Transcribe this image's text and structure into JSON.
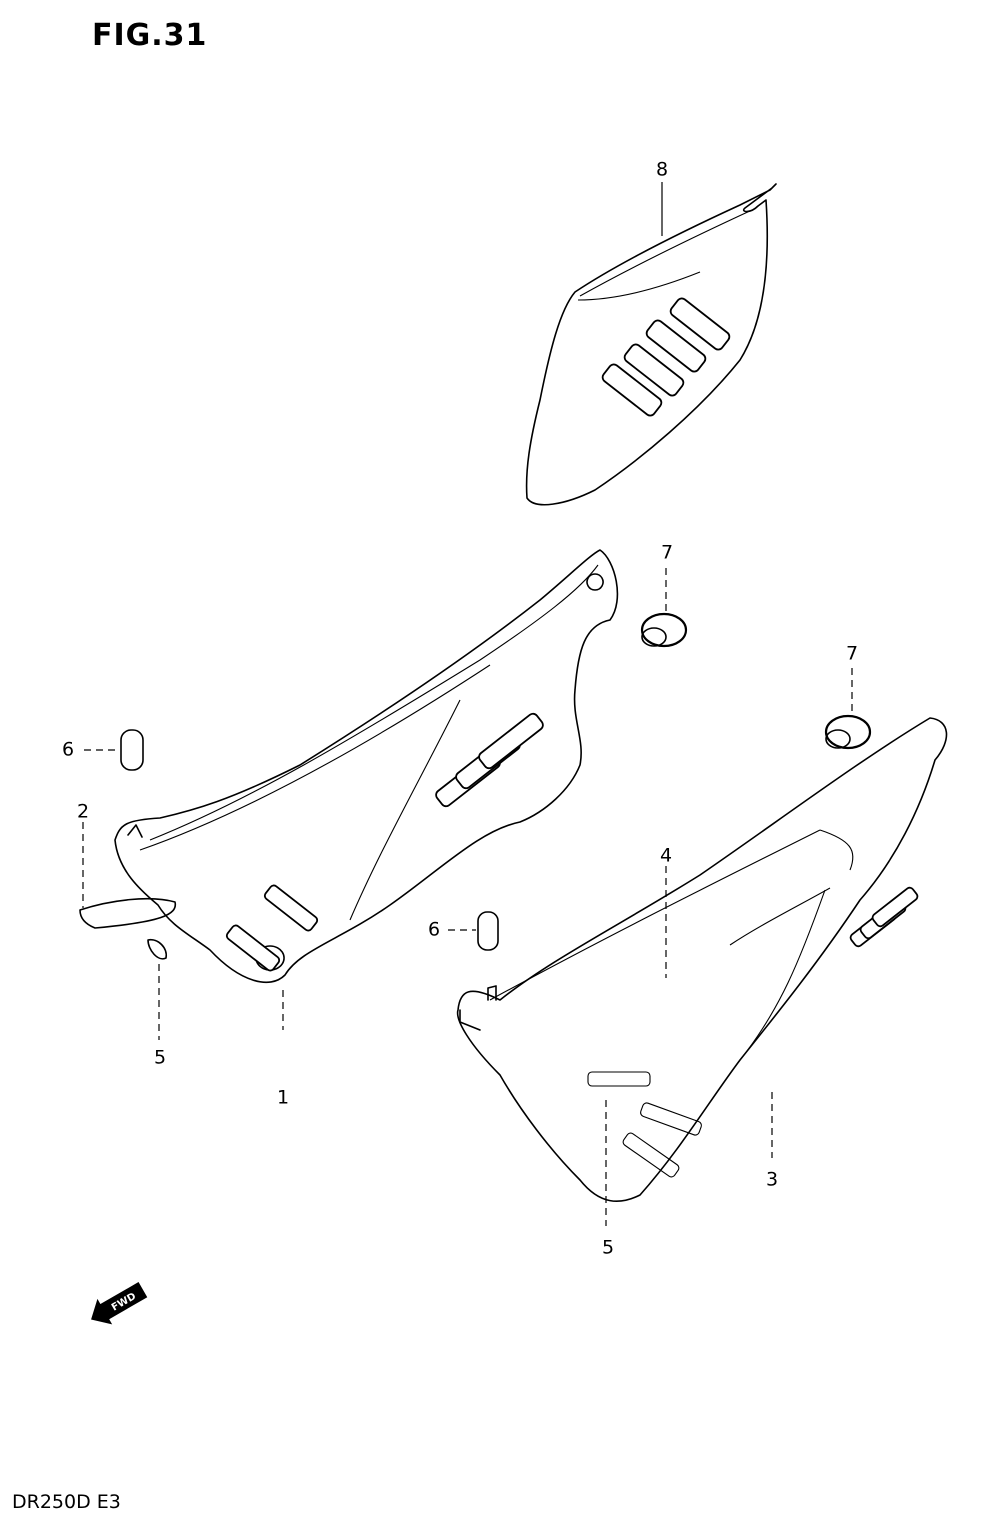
{
  "figure": {
    "title": "FIG.31",
    "footer": "DR250D E3"
  },
  "callouts": [
    {
      "id": "c8",
      "label": "8"
    },
    {
      "id": "c7a",
      "label": "7"
    },
    {
      "id": "c7b",
      "label": "7"
    },
    {
      "id": "c6a",
      "label": "6"
    },
    {
      "id": "c6b",
      "label": "6"
    },
    {
      "id": "c2",
      "label": "2"
    },
    {
      "id": "c4",
      "label": "4"
    },
    {
      "id": "c5a",
      "label": "5"
    },
    {
      "id": "c5b",
      "label": "5"
    },
    {
      "id": "c1",
      "label": "1"
    },
    {
      "id": "c3",
      "label": "3"
    }
  ],
  "fwd_arrow": {
    "label": "FWD"
  },
  "icons": [
    "fwd-arrow-icon"
  ]
}
